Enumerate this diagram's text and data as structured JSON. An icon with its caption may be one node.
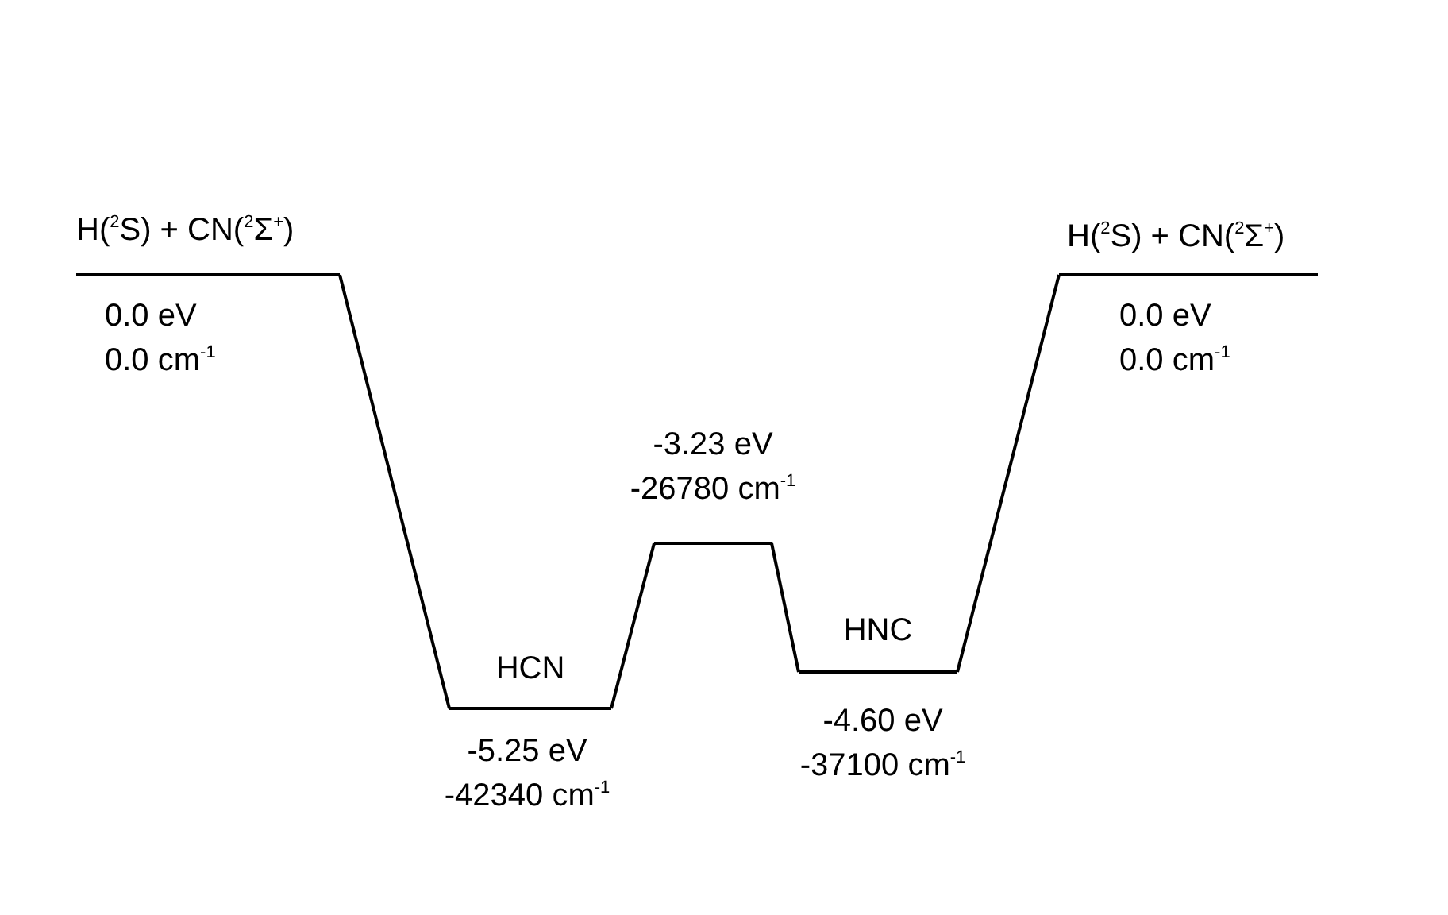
{
  "diagram": {
    "nodes": [
      {
        "text": [
          "H($^{2}$S) + CN($^{2}$Σ$^{+}$)",
          "0.0 eV",
          "0.0 cm$^{-1}$"
        ]
      },
      {
        "text": [
          "HCN",
          "-5.25 eV",
          "-42340 cm$^{-1}$"
        ]
      },
      {
        "text": [
          "-3.23 eV",
          "-26780 cm$^{-1}$"
        ]
      },
      {
        "text": [
          "HNC",
          "-4.60 eV",
          "-37100 cm$^{-1}$"
        ]
      },
      {
        "text": [
          "H($^{2}$S) + CN($^{2}$Σ$^{+}$)",
          "0.0 eV",
          "0.0 cm$^{-1}$"
        ]
      }
    ],
    "edges": [
      {
        "from": 0,
        "to": 1,
        "arrow": "none"
      },
      {
        "from": 1,
        "to": 2,
        "arrow": "none"
      },
      {
        "from": 2,
        "to": 3,
        "arrow": "none"
      },
      {
        "from": 3,
        "to": 4,
        "arrow": "none"
      }
    ]
  }
}
